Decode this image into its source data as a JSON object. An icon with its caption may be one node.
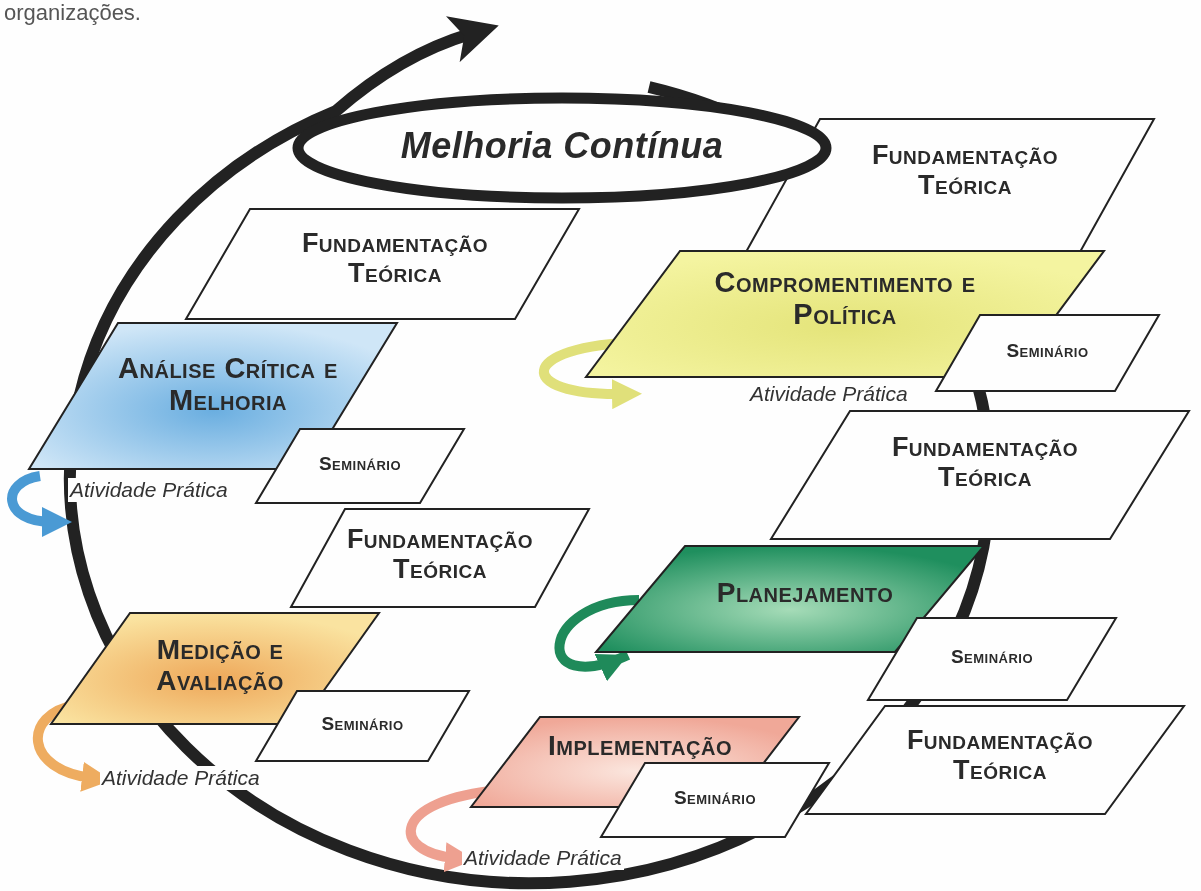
{
  "diagram": {
    "nodes": [
      {
        "text": [
          "Melhoria Contínua"
        ]
      },
      {
        "text": [
          "Fundamentação Teórica"
        ]
      },
      {
        "text": [
          "Compromentimento e Política"
        ]
      },
      {
        "text": [
          "Seminário"
        ]
      },
      {
        "text": [
          "Fundamentação Teórica"
        ]
      },
      {
        "text": [
          "Análise Crítica e Melhoria"
        ]
      },
      {
        "text": [
          "Seminário"
        ]
      },
      {
        "text": [
          "Fundamentação Teórica"
        ]
      },
      {
        "text": [
          "Medição e Avaliação"
        ]
      },
      {
        "text": [
          "Seminário"
        ]
      },
      {
        "text": [
          "Fundamentação Teórica"
        ]
      },
      {
        "text": [
          "Planejamento"
        ]
      },
      {
        "text": [
          "Seminário"
        ]
      },
      {
        "text": [
          "Fundamentação Teórica"
        ]
      },
      {
        "text": [
          "Implementação"
        ]
      },
      {
        "text": [
          "Seminário"
        ]
      }
    ],
    "edges": [
      {
        "from": 11,
        "to": 11,
        "arrow": "to"
      }
    ],
    "labels": [
      "organizações.",
      "Atividade Prática",
      "Atividade Prática",
      "Atividade Prática",
      "Atividade Prática"
    ]
  }
}
